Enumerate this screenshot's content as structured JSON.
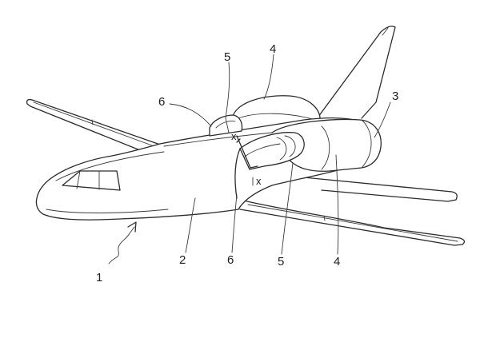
{
  "figure": {
    "reference_numerals": {
      "aircraft": "1",
      "fuselage": "2",
      "wing": "3",
      "engine_nacelle_upper": "4",
      "engine_nacelle_lower": "4",
      "engine_inlet_upper": "5",
      "engine_inlet_lower": "5",
      "intake_fairing_upper": "6",
      "intake_fairing_lower": "6"
    },
    "section_markers": {
      "upper": "x",
      "lower": "x"
    }
  }
}
